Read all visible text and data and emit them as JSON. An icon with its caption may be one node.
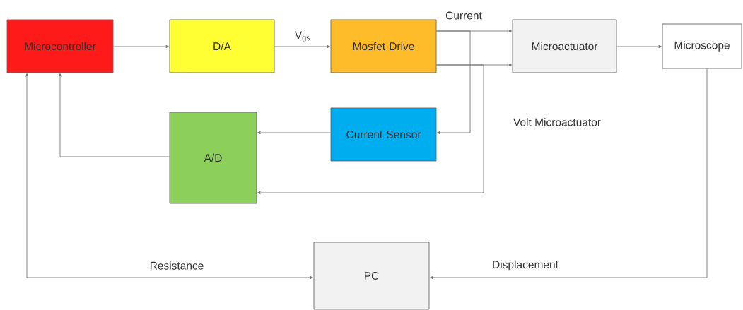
{
  "diagram": {
    "nodes": [
      {
        "text": [
          "Microcontroller"
        ]
      },
      {
        "text": [
          "D/A"
        ]
      },
      {
        "text": [
          "Mosfet Drive"
        ]
      },
      {
        "text": [
          "Microactuator"
        ]
      },
      {
        "text": [
          "Microscope"
        ]
      },
      {
        "text": [
          "Current Sensor"
        ]
      },
      {
        "text": [
          "A/D"
        ]
      },
      {
        "text": [
          "PC"
        ]
      }
    ],
    "edges": [
      {
        "from": 0,
        "to": 1,
        "arrow": "to"
      },
      {
        "from": 1,
        "to": 2,
        "arrow": "to",
        "label": "V$_{gs}$"
      },
      {
        "from": 2,
        "to": 3,
        "arrow": "to",
        "label": "Current"
      },
      {
        "from": 2,
        "to": 3,
        "arrow": "to"
      },
      {
        "from": 2,
        "to": 5,
        "arrow": "to"
      },
      {
        "from": 2,
        "to": 6,
        "arrow": "to"
      },
      {
        "from": 5,
        "to": 6,
        "arrow": "to"
      },
      {
        "from": 6,
        "to": 0,
        "arrow": "to"
      },
      {
        "from": 3,
        "to": 4,
        "arrow": "to"
      },
      {
        "from": 4,
        "to": 7,
        "arrow": "to",
        "label": "Displacement"
      },
      {
        "from": 0,
        "to": 7,
        "arrow": "both",
        "label": "Resistance"
      }
    ],
    "labels": [
      "Volt Microactuator"
    ]
  }
}
